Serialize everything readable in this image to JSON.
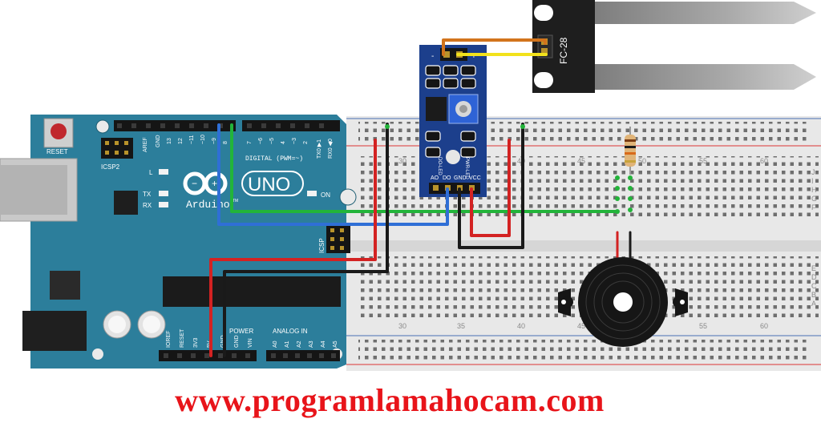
{
  "arduino": {
    "reset": "RESET",
    "icsp2": "ICSP2",
    "icsp": "ICSP",
    "brand": "Arduino",
    "tm": "TM",
    "model": "UNO",
    "on": "ON",
    "led_l": "L",
    "led_tx": "TX",
    "led_rx": "RX",
    "digital": "DIGITAL (PWM=~)",
    "tx0": "TX0 ▶1",
    "rx0": "RX0 ◀0",
    "top_header_left": [
      "AREF",
      "GND",
      "13",
      "12",
      "~11",
      "~10",
      "~9",
      "8"
    ],
    "top_header_right": [
      "7",
      "~6",
      "~5",
      "4",
      "~3",
      "2"
    ],
    "power": "POWER",
    "analog_in": "ANALOG IN",
    "bottom_power_pins": [
      "IOREF",
      "RESET",
      "3V3",
      "5V",
      "GND",
      "GND",
      "VIN"
    ],
    "analog_pins": [
      "A0",
      "A1",
      "A2",
      "A3",
      "A4",
      "A5"
    ]
  },
  "breadboard": {
    "col_numbers": [
      "30",
      "35",
      "40",
      "45",
      "50",
      "55",
      "60"
    ],
    "row_letters_top": [
      "J",
      "I",
      "H",
      "G",
      "F"
    ],
    "row_letters_bottom": [
      "E",
      "D",
      "C",
      "B",
      "A"
    ]
  },
  "module": {
    "pins": [
      "AO",
      "DO",
      "GND",
      "VCC"
    ],
    "do_led": "DO-LED",
    "pwr_led": "PWR-LED",
    "minus": "-",
    "plus": "+"
  },
  "sensor": {
    "label": "FC-28"
  },
  "footer": {
    "url": "www.programlamahocam.com"
  },
  "colors": {
    "board": "#2c7e9b",
    "breadboard": "#e9e9e9",
    "module": "#1c3f8c",
    "wire_red": "#d32222",
    "wire_black": "#1a1a1a",
    "wire_green": "#22b43a",
    "wire_blue": "#2f6fd6",
    "wire_yellow": "#f2e21c",
    "wire_orange": "#d2741c",
    "url": "#e8141a"
  }
}
